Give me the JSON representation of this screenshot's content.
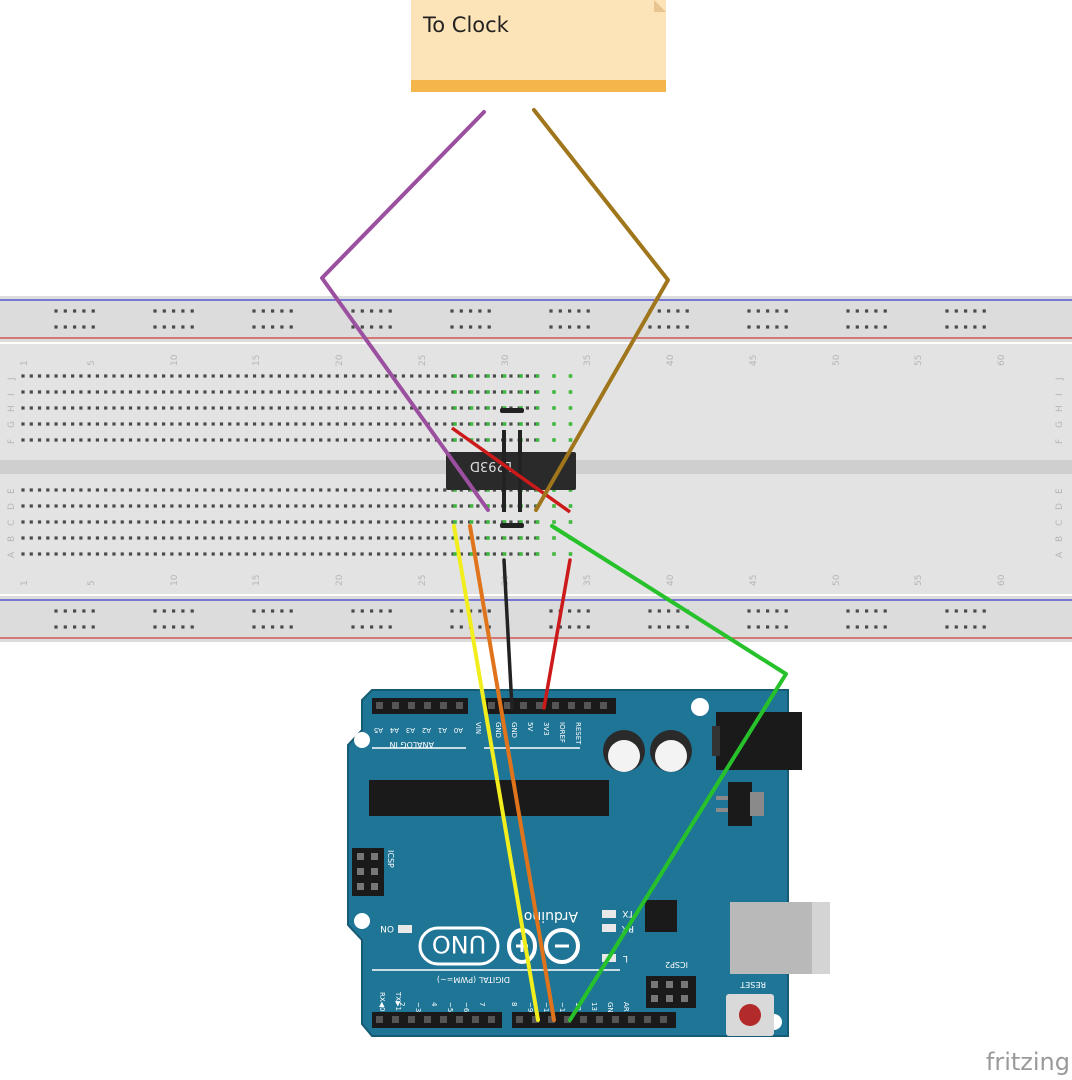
{
  "note": {
    "text": "To Clock"
  },
  "chip": {
    "label": "L293D"
  },
  "breadboard": {
    "row_letters_top": [
      "J",
      "I",
      "H",
      "G",
      "F"
    ],
    "row_letters_bottom": [
      "E",
      "D",
      "C",
      "B",
      "A"
    ],
    "column_numbers": [
      "1",
      "5",
      "10",
      "15",
      "20",
      "25",
      "30",
      "35",
      "40",
      "45",
      "50",
      "55",
      "60"
    ]
  },
  "arduino": {
    "brand_text": "Arduino",
    "model_text": "UNO",
    "on_label": "ON",
    "tx_label": "TX",
    "rx_label": "RX",
    "l_label": "L",
    "icsp_label": "ICSP",
    "icsp2_label": "ICSP2",
    "reset_label": "RESET",
    "analog_in_label": "ANALOG IN",
    "digital_label": "DIGITAL (PWM=~)",
    "tx_pin_label": "TX▶1",
    "rx_pin_label": "RX◀0",
    "analog_pins": [
      "A5",
      "A4",
      "A3",
      "A2",
      "A1",
      "A0"
    ],
    "power_pins": [
      "VIN",
      "GND",
      "GND",
      "5V",
      "3V3",
      "IOREF",
      "RESET"
    ],
    "digital_pins": [
      "2",
      "~3",
      "4",
      "~5",
      "~6",
      "7",
      "8",
      "~9",
      "~10",
      "~11",
      "12",
      "13",
      "GND",
      "AREF"
    ]
  },
  "watermark": {
    "text": "fritzing"
  },
  "colors": {
    "wire_purple": "#9b4f9f",
    "wire_brown": "#a0761c",
    "wire_red": "#cc1a1a",
    "wire_black": "#222222",
    "wire_yellow": "#f2ee1d",
    "wire_orange": "#e0741c",
    "wire_green": "#27c22b",
    "board_teal": "#1f7596",
    "note_fill": "#fde3b8",
    "note_strip": "#f4b54a"
  }
}
